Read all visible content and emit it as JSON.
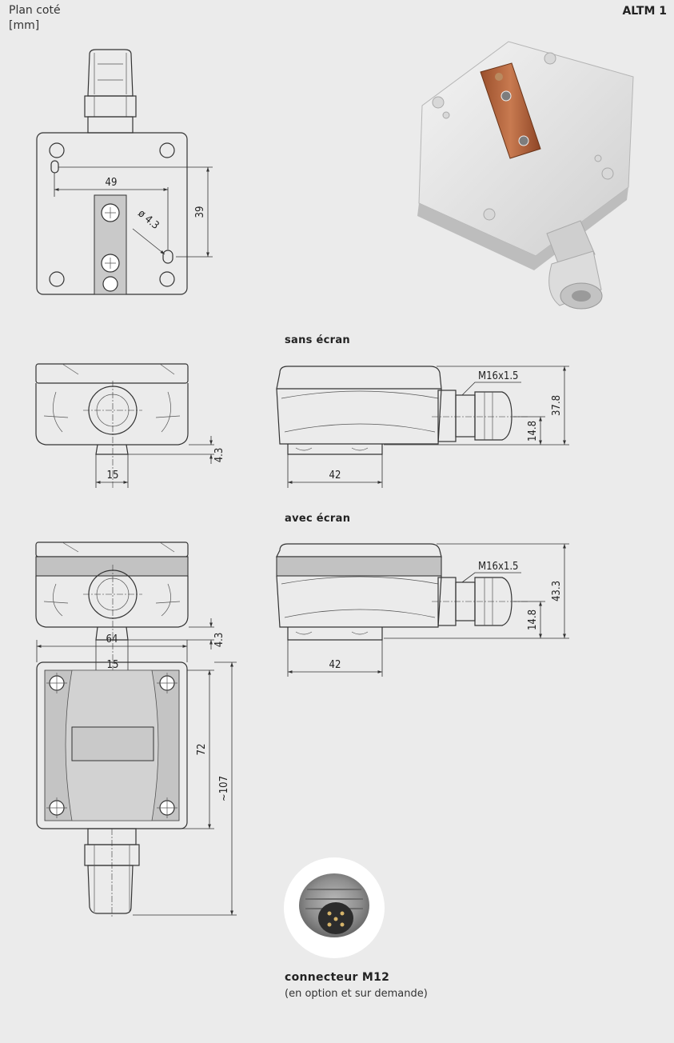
{
  "header": {
    "title_line1": "Plan coté",
    "title_line2": "[mm]",
    "model": "ALTM 1"
  },
  "dimensions": {
    "hole_spacing": "49",
    "hole_height": "39",
    "hole_diameter": "ø 4.3",
    "side_rail_height_1": "4.3",
    "side_rail_width_1": "15",
    "side_rail_height_2": "4.3",
    "side_rail_width_2": "15",
    "profile_thread_1": "M16x1.5",
    "profile_height_1": "37.8",
    "profile_gland_1": "14.8",
    "profile_base_1": "42",
    "profile_thread_2": "M16x1.5",
    "profile_height_2": "43.3",
    "profile_gland_2": "14.8",
    "profile_base_2": "42",
    "front_width": "64",
    "front_height": "72",
    "overall_height": "~107"
  },
  "sections": {
    "without_display": "sans écran",
    "with_display": "avec écran"
  },
  "connector": {
    "title": "connecteur M12",
    "note": "(en option et sur demande)"
  }
}
